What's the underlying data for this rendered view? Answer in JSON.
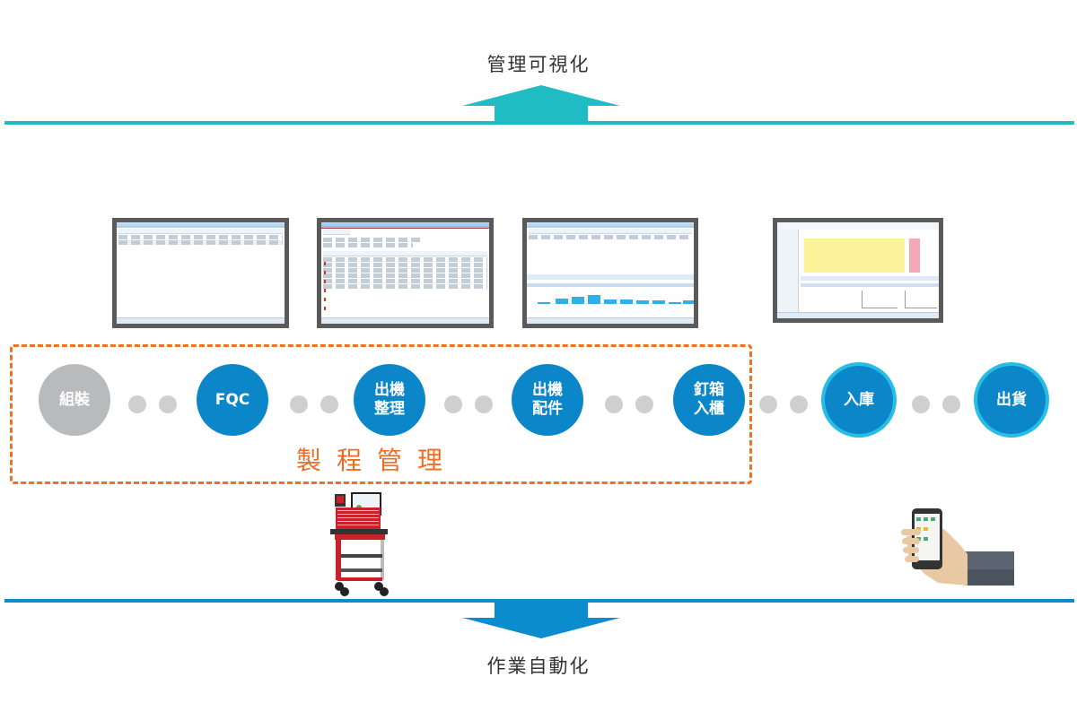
{
  "top": {
    "caption": "管理可視化",
    "line_color": "#1fbcc4",
    "arrow_direction": "up"
  },
  "screens": [
    {
      "name": "report-list-screen",
      "type": "table",
      "rows_shown": 2
    },
    {
      "name": "order-table-screen",
      "type": "table-with-filters",
      "rows_shown": 6
    },
    {
      "name": "chart-report-screen",
      "type": "table-and-bar-chart"
    },
    {
      "name": "inventory-dashboard-screen",
      "type": "tree-table-charts"
    }
  ],
  "process": {
    "label": "製程管理",
    "border_color": "#f36f21",
    "steps": [
      {
        "label": "組裝",
        "style": "gray"
      },
      {
        "label": "FQC",
        "style": "blue"
      },
      {
        "label": "出機\n整理",
        "style": "blue"
      },
      {
        "label": "出機\n配件",
        "style": "blue"
      },
      {
        "label": "釘箱\n入櫃",
        "style": "blue"
      }
    ]
  },
  "outside_steps": [
    {
      "label": "入庫",
      "style": "ring"
    },
    {
      "label": "出貨",
      "style": "ring"
    }
  ],
  "devices": {
    "cart": "mobile-workstation-cart",
    "phone": "handheld-smartphone"
  },
  "bottom": {
    "caption": "作業自動化",
    "line_color": "#0a8ccf",
    "arrow_direction": "down"
  },
  "colors": {
    "teal": "#1fbcc4",
    "blue": "#0a86c9",
    "ring": "#27bde4",
    "gray_node": "#b9babc",
    "dot": "#cfcfd0",
    "orange": "#f36f21"
  }
}
